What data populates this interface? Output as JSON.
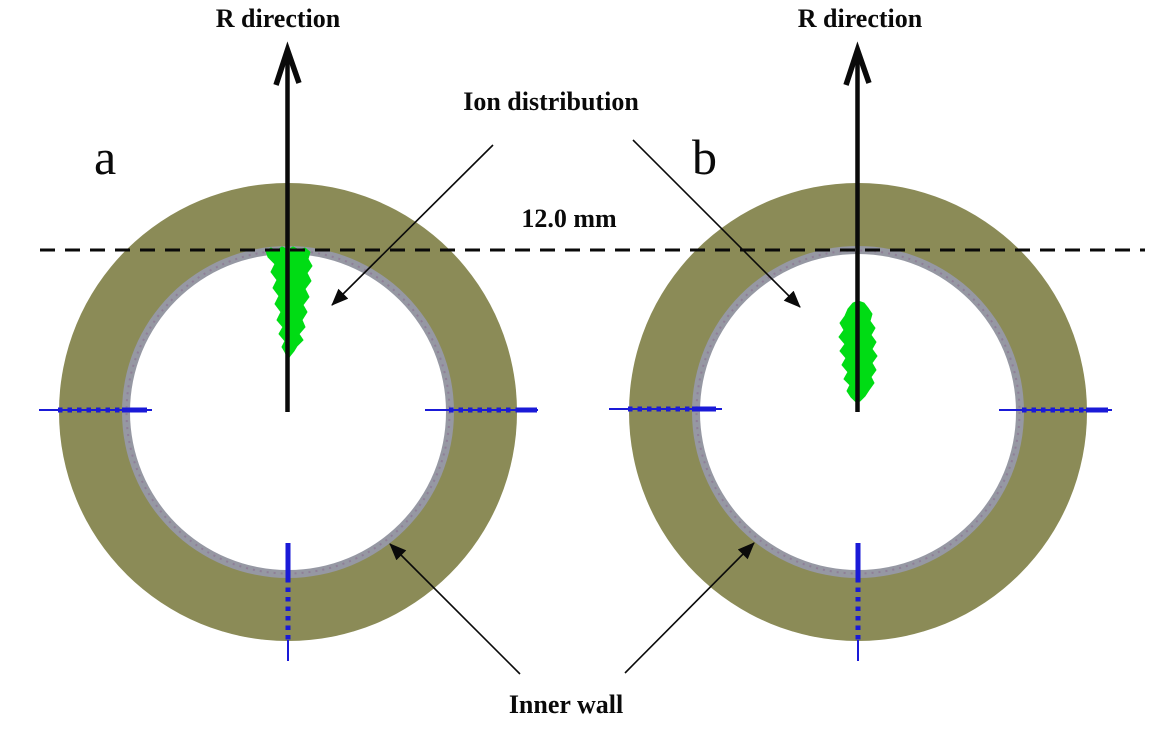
{
  "figure": {
    "background": "#ffffff",
    "colors": {
      "background": "#ffffff",
      "outer_wall": "#8b8b57",
      "inner_wall_ring": "#9698a3",
      "speckle": "#8f7f97",
      "ion": "#00dc14",
      "tick_blue": "#1a1ad7",
      "ink": "#0a0a0a"
    },
    "panels": [
      {
        "label": "a",
        "axis_label": "R direction"
      },
      {
        "label": "b",
        "axis_label": "R direction"
      }
    ],
    "annotations": {
      "ion_distribution_label": "Ion distribution",
      "measurement_label": "12.0 mm",
      "inner_wall_label": "Inner wall"
    }
  }
}
